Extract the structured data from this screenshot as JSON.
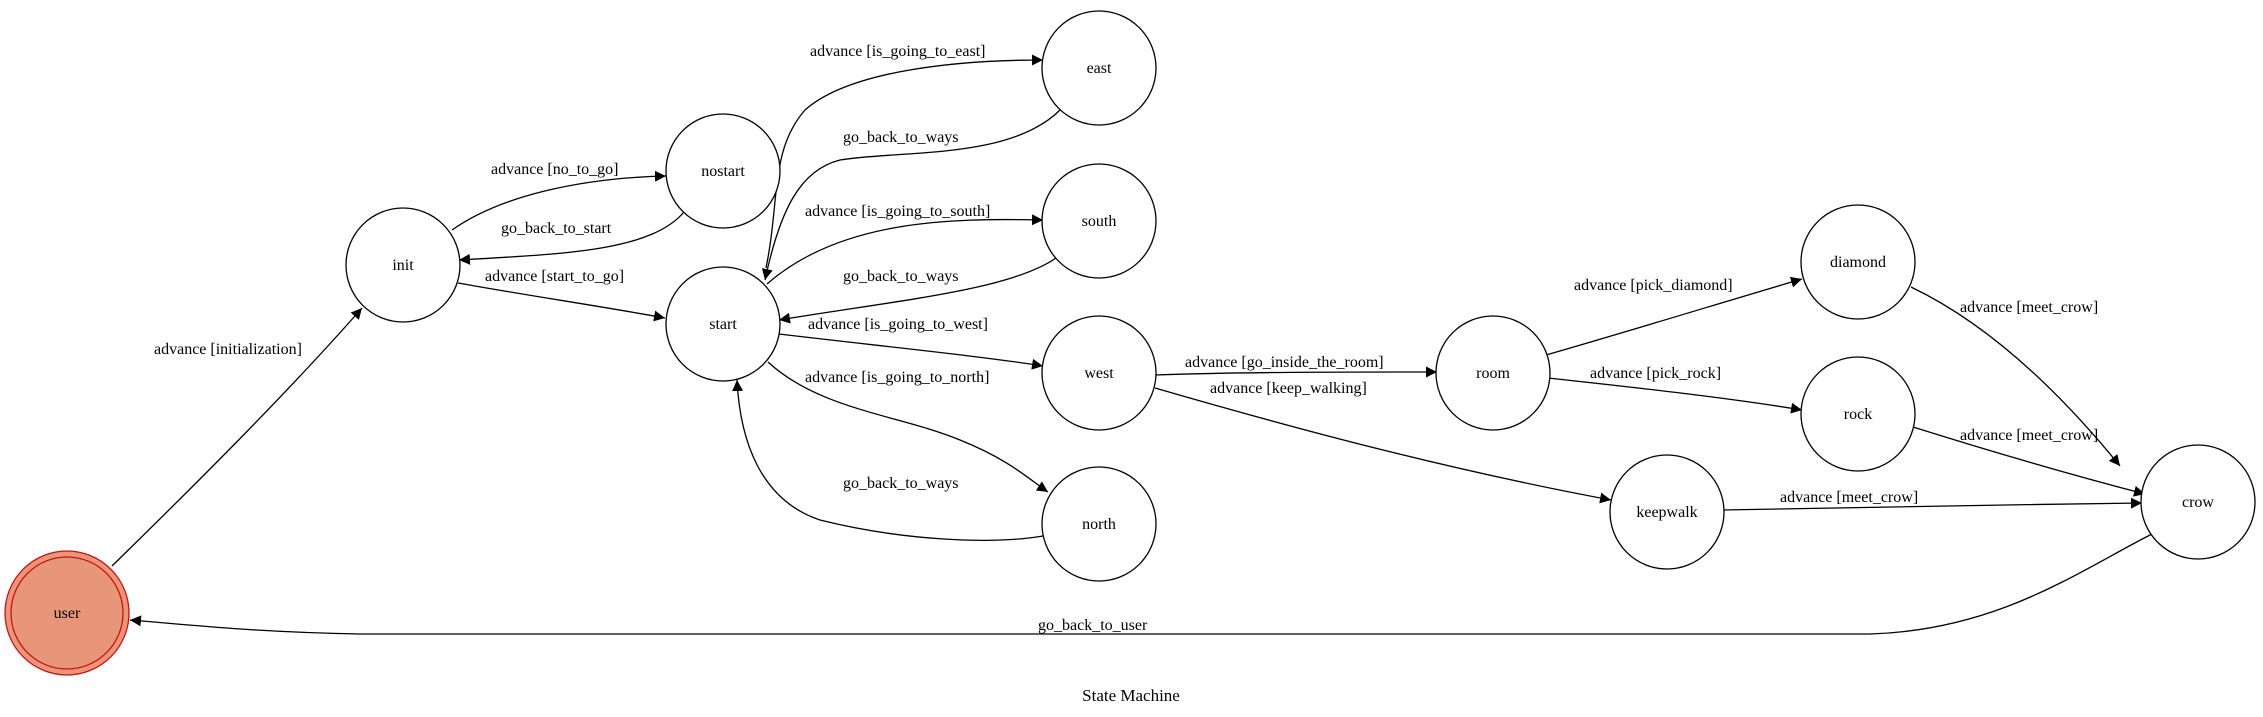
{
  "title": "State Machine",
  "colors": {
    "initial_fill": "#e8967a",
    "initial_stroke": "#cc1111",
    "line": "#000000"
  },
  "nodes": {
    "user": "user",
    "init": "init",
    "nostart": "nostart",
    "start": "start",
    "east": "east",
    "south": "south",
    "west": "west",
    "north": "north",
    "room": "room",
    "keepwalk": "keepwalk",
    "diamond": "diamond",
    "rock": "rock",
    "crow": "crow"
  },
  "edges": {
    "user_init": "advance [initialization]",
    "init_nostart": "advance [no_to_go]",
    "nostart_init": "go_back_to_start",
    "init_start": "advance [start_to_go]",
    "start_east": "advance [is_going_to_east]",
    "east_start": "go_back_to_ways",
    "start_south": "advance [is_going_to_south]",
    "south_start": "go_back_to_ways",
    "start_west": "advance [is_going_to_west]",
    "start_north": "advance [is_going_to_north]",
    "north_start": "go_back_to_ways",
    "west_room": "advance [go_inside_the_room]",
    "west_keepwalk": "advance [keep_walking]",
    "room_diamond": "advance [pick_diamond]",
    "room_rock": "advance [pick_rock]",
    "diamond_crow": "advance [meet_crow]",
    "rock_crow": "advance [meet_crow]",
    "keepwalk_crow": "advance [meet_crow]",
    "crow_user": "go_back_to_user"
  }
}
